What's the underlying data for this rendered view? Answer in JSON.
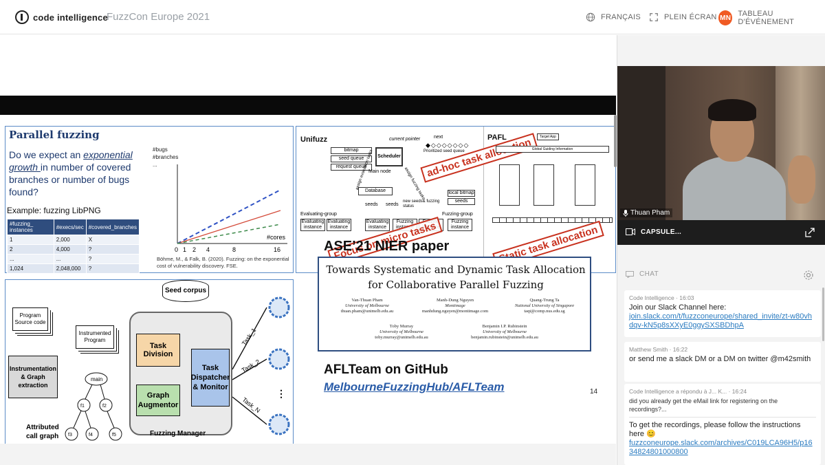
{
  "topbar": {
    "brand": "code intelligence",
    "event_title": "FuzzCon Europe 2021",
    "lang_label": "FRANÇAIS",
    "fullscreen_label": "PLEIN ÉCRAN",
    "avatar_initials": "MN",
    "board_label": "TABLEAU D'ÉVÉNEMENT"
  },
  "slide": {
    "parallel": {
      "title": "Parallel fuzzing",
      "question_pre": "Do we expect an ",
      "question_em1": "exponential",
      "question_em2": "growth ",
      "question_post": "in number of covered branches or number of bugs found?",
      "example": "Example: fuzzing LibPNG",
      "table_headers": [
        "#fuzzing_ instances",
        "#execs/sec",
        "#covered_branches"
      ],
      "table_rows": [
        [
          "1",
          "2,000",
          "X"
        ],
        [
          "2",
          "4,000",
          "?"
        ],
        [
          "...",
          "...",
          "?"
        ],
        [
          "1,024",
          "2,048,000",
          "?"
        ]
      ],
      "y_label_1": "#bugs",
      "y_label_2": "#branches",
      "y_label_3": "...",
      "x_label": "#cores",
      "x_ticks": [
        "0",
        "1",
        "2",
        "4",
        "8",
        "16"
      ],
      "citation": "Böhme, M., & Falk, B. (2020). Fuzzing: on the exponential cost of vulnerability discovery. FSE."
    },
    "unifuzz": {
      "label": "Unifuzz",
      "current_pointer": "current pointer",
      "next": "next",
      "prioritized_seed": "Prioritized seed queue",
      "bitmap": "bitmap",
      "seed_queue": "seed queue",
      "request_queue": "request queue",
      "scheduler": "Scheduler",
      "main_node": "Main node",
      "database": "Database",
      "local_bitmap": "local bitmap",
      "seeds": "seeds",
      "new_seeds": "new seeds& fuzzing status",
      "evaluating_group": "Evaluating-group",
      "fuzzing_group": "Fuzzing-group",
      "evaluating_instance": "Evaluating instance",
      "fuzzing_instance": "Fuzzing instance",
      "assign_eval": "assign evaluation tasks",
      "assign_fuzz": "assign fuzzing tasks",
      "stamp_adhoc": "ad-hoc task allocation",
      "stamp_micro": "Focus on micro tasks"
    },
    "pafl": {
      "label": "PAFL",
      "target_app": "Target App",
      "sync_info": "Global Guiding Information",
      "stamp_static": "Static task allocation"
    },
    "manager": {
      "seed_corpus": "Seed corpus",
      "program_source": "Program Source code",
      "instrumented": "Instrumented Program",
      "instrumentation": "Instrumentation & Graph extraction",
      "task_division": "Task Division",
      "task_dispatcher": "Task Dispatcher & Monitor",
      "graph_augmentor": "Graph Augmentor",
      "fuzzing_manager": "Fuzzing Manager",
      "attributed_cg": "Attributed call graph",
      "main": "main",
      "f1": "f1",
      "f2": "f2",
      "f3": "f3",
      "f4": "f4",
      "f5": "f5",
      "task_1": "Task_1",
      "task_2": "Task_2",
      "task_n": "Task_N",
      "dots": "⋮"
    },
    "paper": {
      "ase_title": "ASE’21 NIER paper",
      "title_line1": "Towards Systematic and Dynamic Task Allocation",
      "title_line2": "for Collaborative Parallel Fuzzing",
      "authors": [
        {
          "name": "Van-Thuan Pham",
          "aff": "University of Melbourne",
          "email": "thuan.pham@unimelb.edu.au"
        },
        {
          "name": "Manh-Dung Nguyen",
          "aff": "Montimage",
          "email": "manhdung.nguyen@montimage.com"
        },
        {
          "name": "Quang-Trung Ta",
          "aff": "National University of Singapore",
          "email": "taqt@comp.nus.edu.sg"
        },
        {
          "name": "Toby Murray",
          "aff": "University of Melbourne",
          "email": "toby.murray@unimelb.edu.au"
        },
        {
          "name": "Benjamin I.P. Rubinstein",
          "aff": "University of Melbourne",
          "email": "benjamin.rubinstein@unimelb.edu.au"
        }
      ],
      "afl_title": "AFLTeam on GitHub",
      "afl_link": "MelbourneFuzzingHub/AFLTeam",
      "page_number": "14"
    }
  },
  "video": {
    "speaker_name": "Thuan Pham",
    "capsule_label": "CAPSULE..."
  },
  "chat": {
    "label": "CHAT",
    "messages": [
      {
        "author": "Code Intelligence",
        "time": "16:03",
        "text": "Join our Slack Channel here:",
        "link": "join.slack.com/t/fuzzconeurope/shared_invite/zt-w80vhdqv-kN5p8sXXyE0ggySXSBDhpA"
      },
      {
        "author": "Matthew Smith",
        "time": "16:22",
        "text": "or send me a slack DM or a DM on twitter @m42smith"
      },
      {
        "author": "Code Intelligence a répondu à J... K...",
        "time": "16:24",
        "quoted": "did you already get the eMail link for registering on the recordings?...",
        "text": "To get the recordings, please follow the instructions here 😊",
        "link": "fuzzconeurope.slack.com/archives/C019LCA96H5/p1634824801000800"
      }
    ]
  },
  "colors": {
    "accent": "#f05a23",
    "slide_navy": "#1e3a6e",
    "stamp_red": "#c8311e",
    "link_blue": "#2a7bc0"
  },
  "chart_data": {
    "type": "line",
    "x": [
      0,
      1,
      2,
      4,
      8,
      16
    ],
    "xlabel": "#cores",
    "ylabel": "#bugs / #branches / ...",
    "series": []
  }
}
